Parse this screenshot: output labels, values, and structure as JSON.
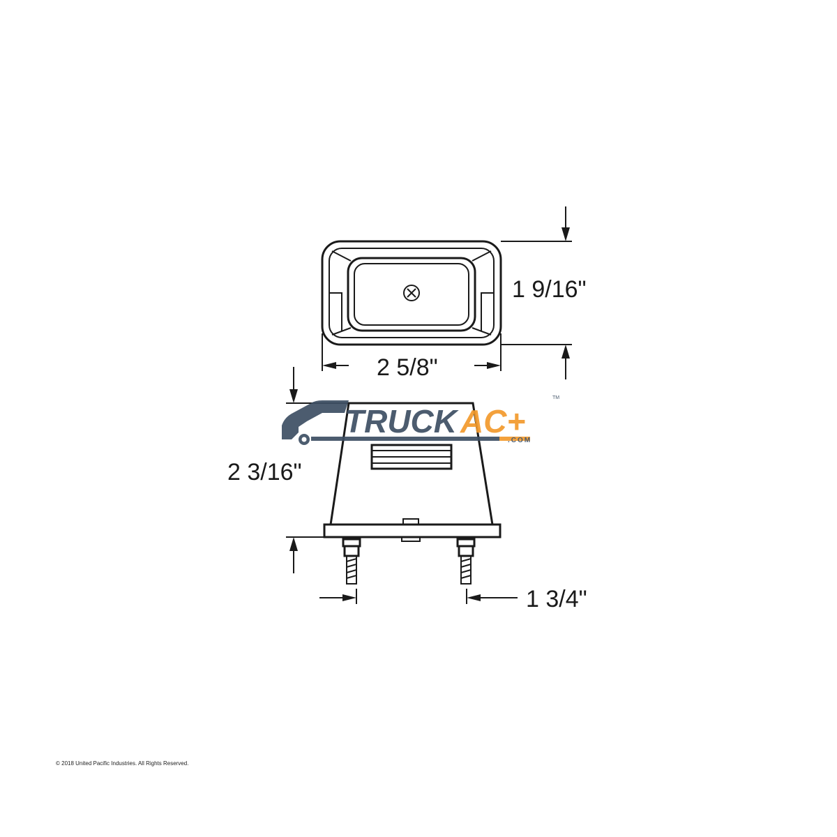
{
  "dimensions": {
    "height_top": "1 9/16\"",
    "width_top": "2 5/8\"",
    "height_side": "2 3/16\"",
    "stud_spacing": "1 3/4\""
  },
  "logo": {
    "word": "TRUCK",
    "suffix": "AC+",
    "domain": ".COM",
    "trademark": "TM",
    "colors": {
      "dark": "#3d4f63",
      "accent": "#f39a2c"
    }
  },
  "copyright": "© 2018 United Pacific Industries. All Rights Reserved."
}
